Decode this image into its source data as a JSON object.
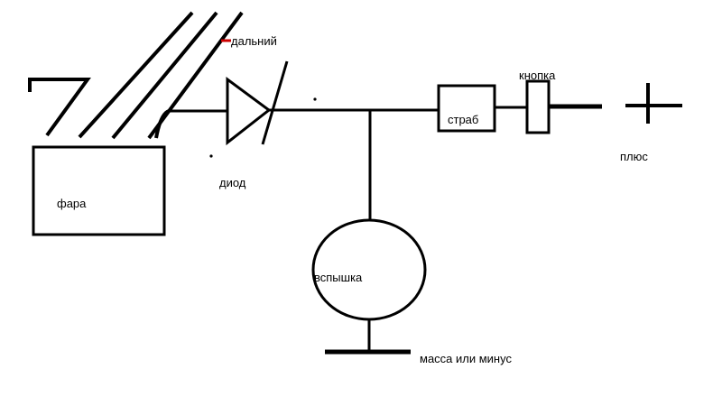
{
  "diagram": {
    "labels": {
      "fara": "фара",
      "dalniy": "дальний",
      "diod": "диод",
      "vspyshka": "вспышка",
      "strab": "страб",
      "knopka": "кнопка",
      "plus": "плюс",
      "massa": "масса или минус"
    },
    "colors": {
      "line": "#000000",
      "marker": "#cc0000",
      "background": "#ffffff"
    }
  }
}
